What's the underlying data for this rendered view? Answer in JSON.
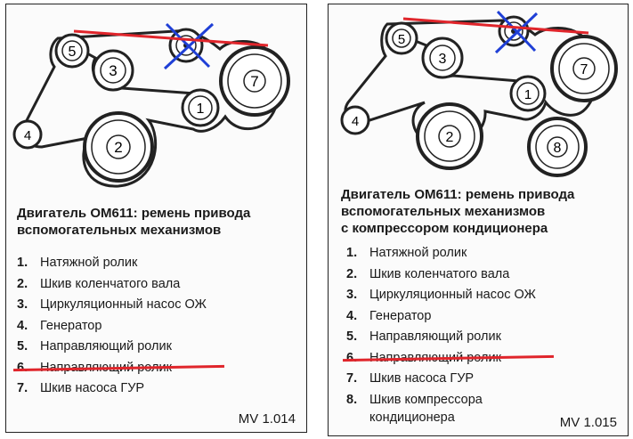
{
  "left": {
    "title_line1": "Двигатель ОМ611: ремень привода",
    "title_line2": "вспомогательных механизмов",
    "items": [
      {
        "num": "1.",
        "label": "Натяжной ролик"
      },
      {
        "num": "2.",
        "label": "Шкив коленчатого вала"
      },
      {
        "num": "3.",
        "label": "Циркуляционный насос ОЖ"
      },
      {
        "num": "4.",
        "label": "Генератор"
      },
      {
        "num": "5.",
        "label": "Направляющий ролик"
      },
      {
        "num": "6.",
        "label": "Направляющий ролик"
      },
      {
        "num": "7.",
        "label": "Шкив насоса ГУР"
      }
    ],
    "code": "MV 1.014",
    "pulley_labels": [
      "1",
      "2",
      "3",
      "4",
      "5",
      "7"
    ]
  },
  "right": {
    "title_line1": "Двигатель ОМ611: ремень привода",
    "title_line2": "вспомогательных механизмов",
    "title_line3": "с компрессором кондиционера",
    "items": [
      {
        "num": "1.",
        "label": "Натяжной ролик"
      },
      {
        "num": "2.",
        "label": "Шкив коленчатого вала"
      },
      {
        "num": "3.",
        "label": "Циркуляционный насос ОЖ"
      },
      {
        "num": "4.",
        "label": "Генератор"
      },
      {
        "num": "5.",
        "label": "Направляющий ролик"
      },
      {
        "num": "6.",
        "label": "Направляющий ролик"
      },
      {
        "num": "7.",
        "label": "Шкив насоса ГУР"
      },
      {
        "num": "8.",
        "label_line1": "Шкив компрессора",
        "label_line2": "кондиционера"
      }
    ],
    "code": "MV 1.015",
    "pulley_labels": [
      "1",
      "2",
      "3",
      "4",
      "5",
      "7",
      "8"
    ]
  },
  "colors": {
    "annotation_red": "#e0252b",
    "annotation_blue": "#1f3fd6",
    "ink": "#1a1a1a"
  }
}
